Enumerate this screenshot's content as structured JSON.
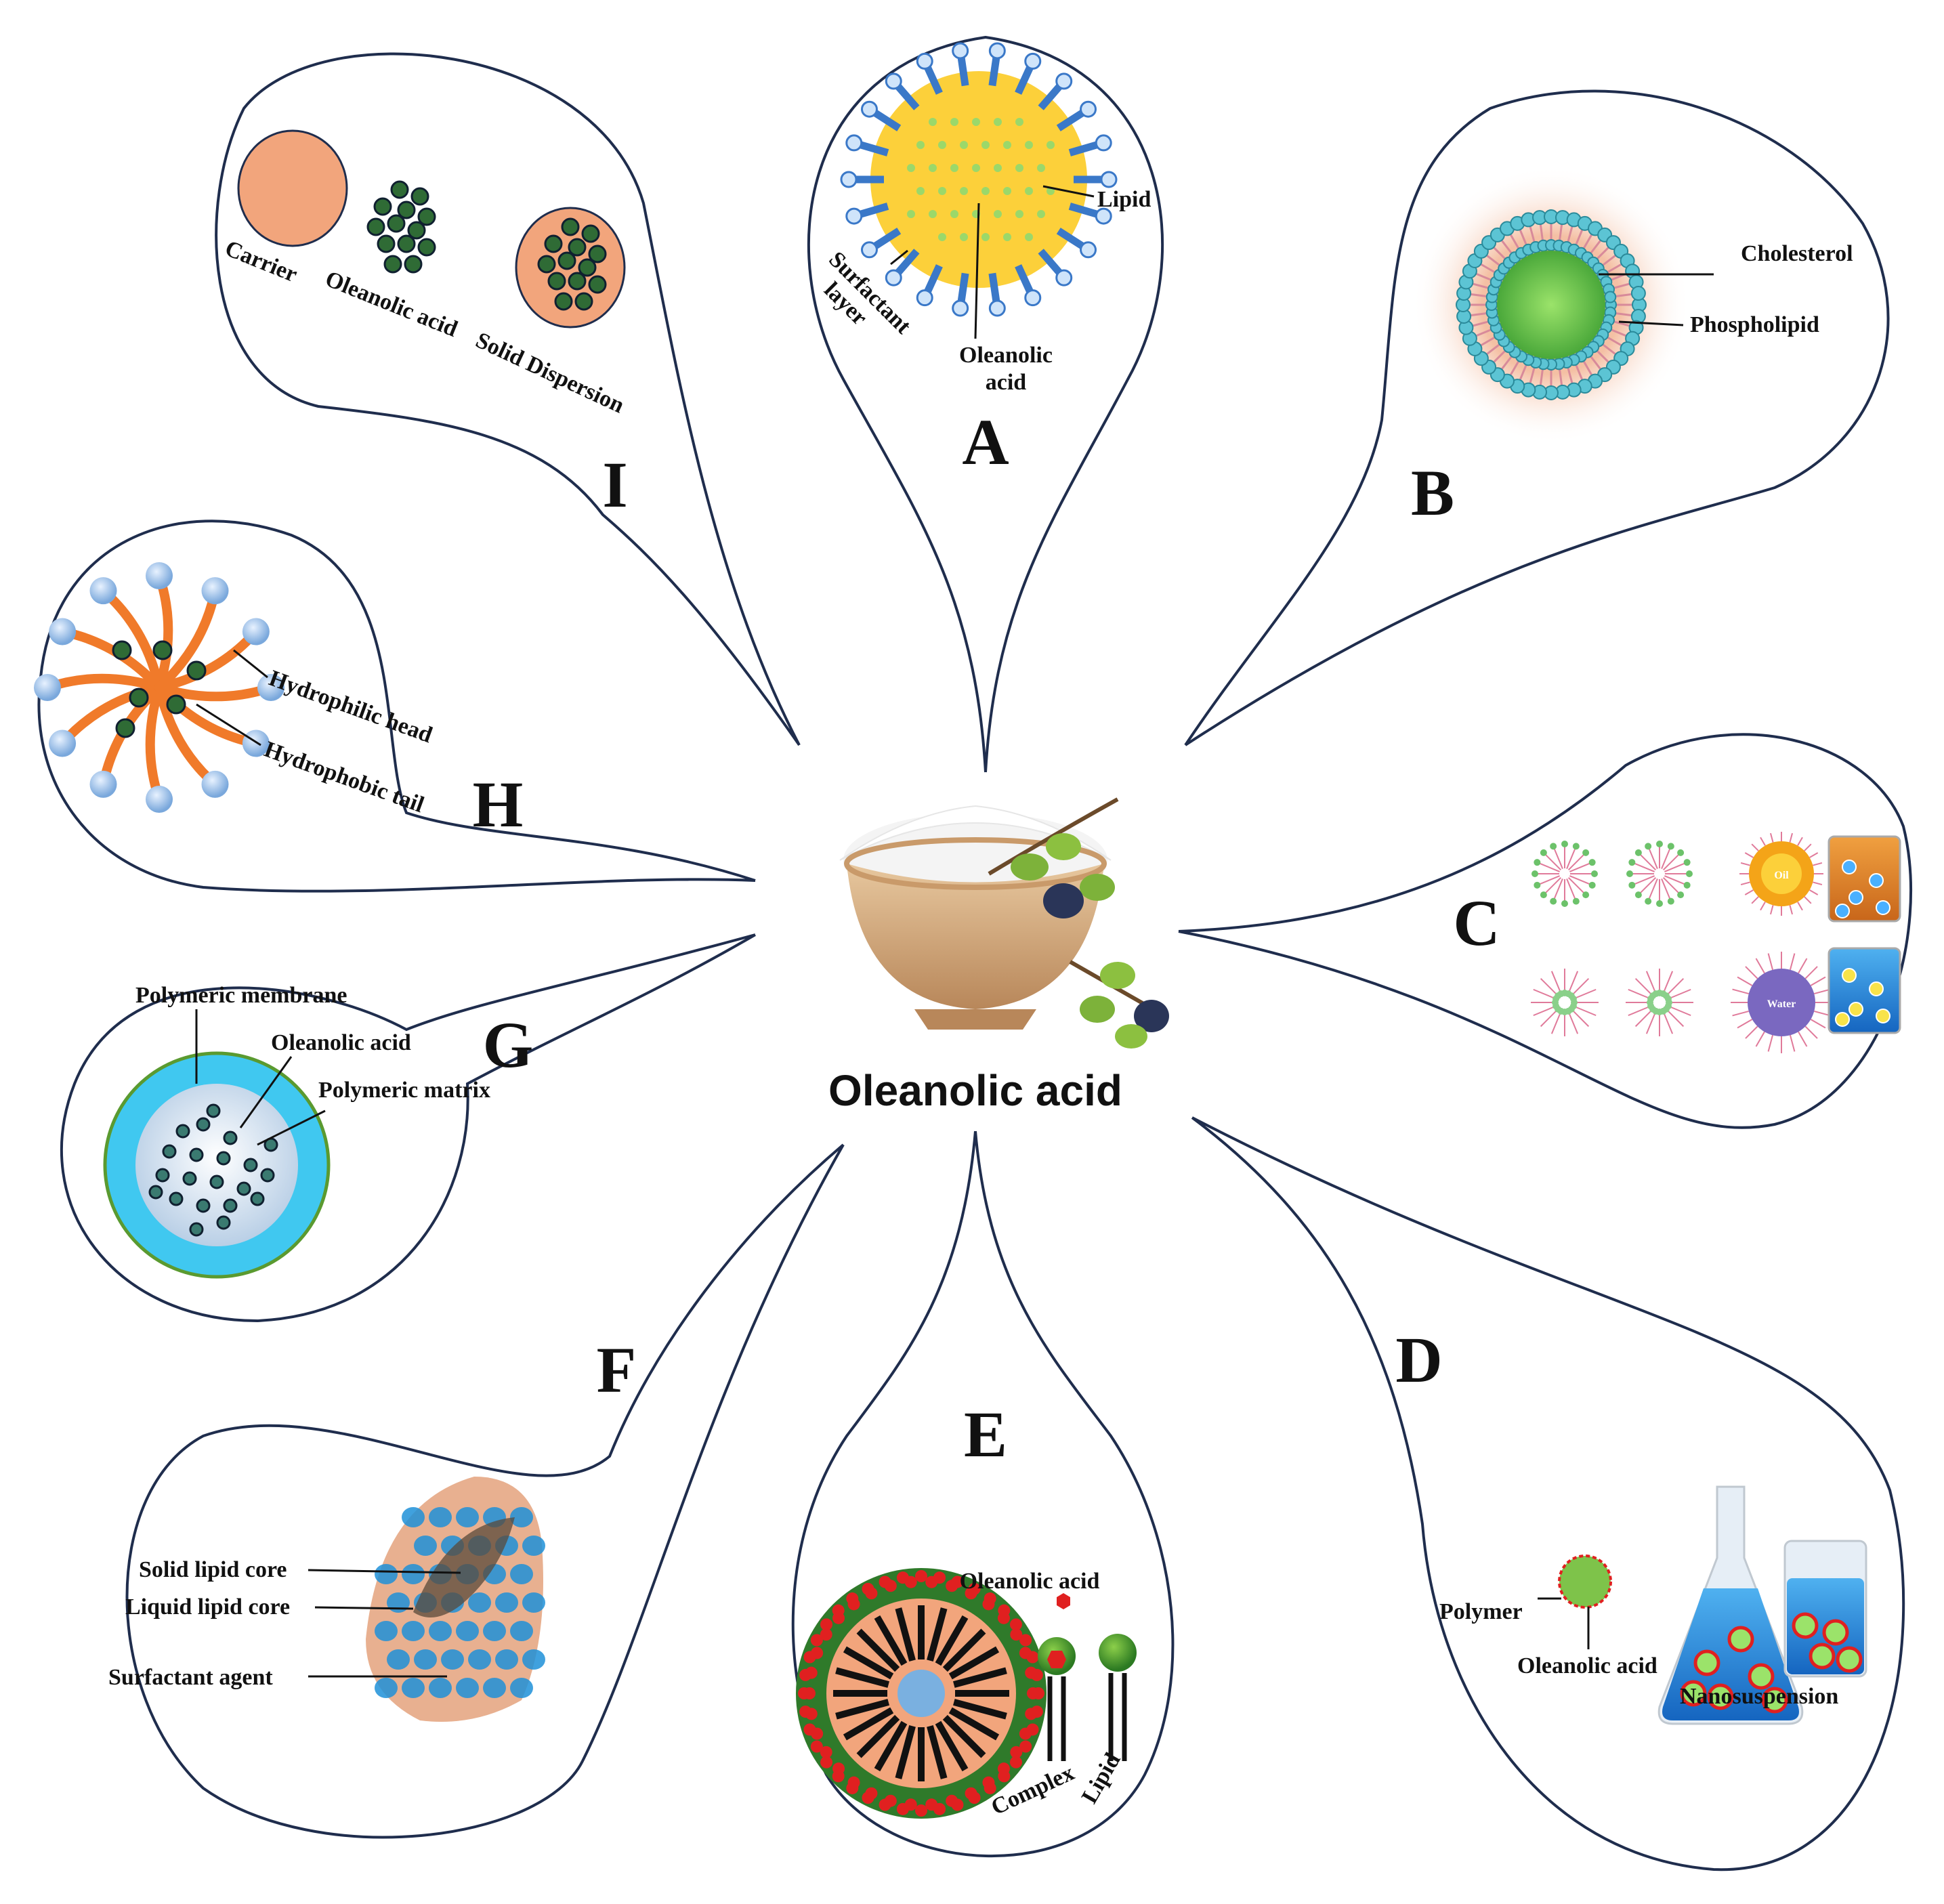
{
  "center": {
    "title": "Oleanolic acid"
  },
  "panels": {
    "A": {
      "letter": "A",
      "lipid": "Lipid",
      "surfactant_1": "Surfactant",
      "surfactant_2": "layer",
      "oa_1": "Oleanolic",
      "oa_2": "acid"
    },
    "B": {
      "letter": "B",
      "cholesterol": "Cholesterol",
      "phospholipid": "Phospholipid"
    },
    "C": {
      "letter": "C",
      "oil": "Oil",
      "water": "Water"
    },
    "D": {
      "letter": "D",
      "polymer": "Polymer",
      "oleanolic_acid": "Oleanolic acid",
      "nanosuspension": "Nanosuspension"
    },
    "E": {
      "letter": "E",
      "oleanolic_acid": "Oleanolic acid",
      "complex": "Complex",
      "lipid": "Lipid"
    },
    "F": {
      "letter": "F",
      "solid_core": "Solid lipid core",
      "liquid_core": "Liquid lipid core",
      "surfactant": "Surfactant agent"
    },
    "G": {
      "letter": "G",
      "membrane": "Polymeric membrane",
      "oleanolic_acid": "Oleanolic acid",
      "matrix": "Polymeric matrix"
    },
    "H": {
      "letter": "H",
      "head": "Hydrophilic head",
      "tail": "Hydrophobic tail"
    },
    "I": {
      "letter": "I",
      "carrier": "Carrier",
      "oleanolic_acid": "Oleanolic acid",
      "solid_dispersion": "Solid Dispersion"
    }
  },
  "colors": {
    "outline": "#1f2d4d",
    "lipid_yellow": "#fcd03a",
    "surfactant_blue": "#3a78c8",
    "carrier_peach": "#f2a57c",
    "drug_green": "#2f6b35",
    "membrane_cyan": "#40c8f0",
    "water_blue": "#1e90d8",
    "oil_orange": "#e8881e"
  }
}
